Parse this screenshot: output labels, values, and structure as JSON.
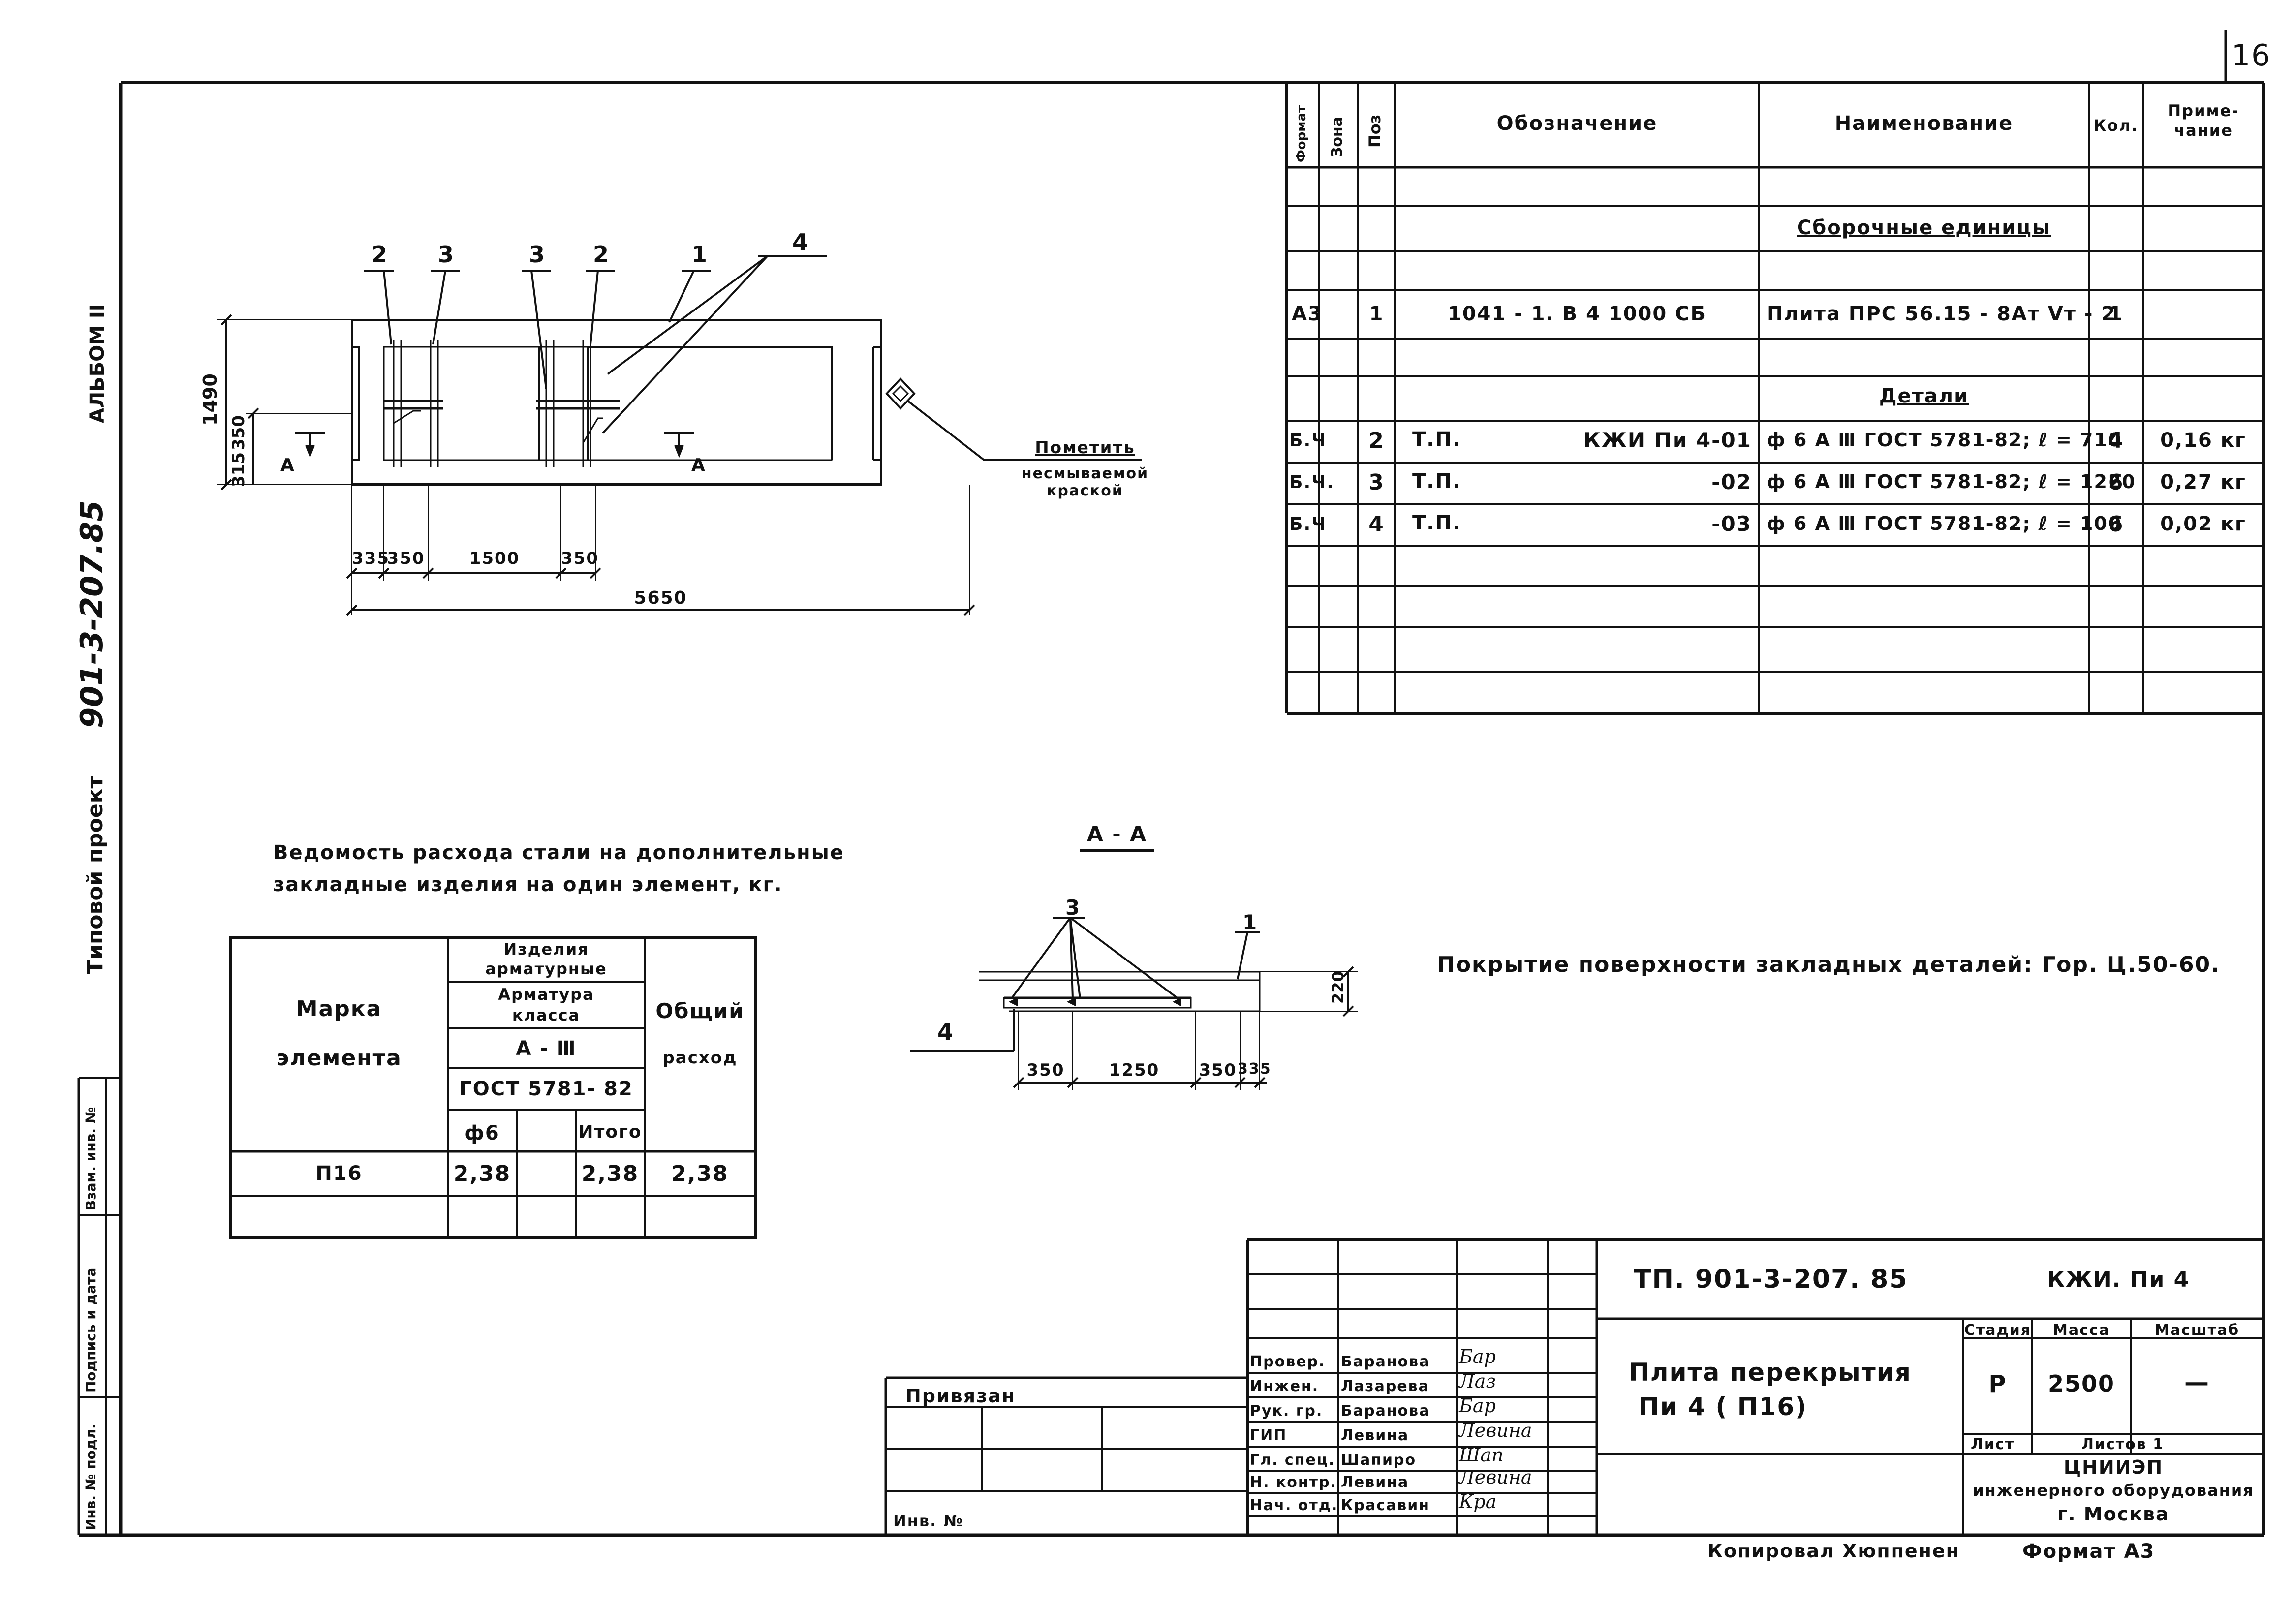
{
  "page_number": "16",
  "margin": {
    "album": "АЛЬБОМ II",
    "project_label": "Типовой проект",
    "project_code": "901-3-207.85",
    "stamp_cols": [
      "Инв. № подл.",
      "Подпись и дата",
      "Взам. инв. №"
    ]
  },
  "spec": {
    "headers": {
      "format": "Формат",
      "zone": "Зона",
      "pos": "Поз",
      "designation": "Обозначение",
      "name": "Наименование",
      "qty": "Кол.",
      "note": "Приме-чание"
    },
    "section_assembly": "Сборочные единицы",
    "section_details": "Детали",
    "assembly_row": {
      "format": "А3",
      "pos": "1",
      "designation": "1041 - 1.   В 4   1000 СБ",
      "name": "Плита  ПРС 56.15 - 8Ат Ⅴт - 2",
      "qty": "1"
    },
    "detail_rows": [
      {
        "format": "Б.Ч",
        "pos": "2",
        "des_left": "Т.П.",
        "des_right": "КЖИ Пи 4-01",
        "name": "ф 6 А Ⅲ  ГОСТ 5781-82;  ℓ = 710",
        "qty": "4",
        "note": "0,16 кг"
      },
      {
        "format": "Б.Ч.",
        "pos": "3",
        "des_left": "Т.П.",
        "des_right": "-02",
        "name": "ф 6 А Ⅲ  ГОСТ 5781-82;  ℓ = 1220",
        "qty": "6",
        "note": "0,27 кг"
      },
      {
        "format": "Б.Ч",
        "pos": "4",
        "des_left": "Т.П.",
        "des_right": "-03",
        "name": "ф 6 А Ⅲ  ГОСТ 5781-82;  ℓ = 100",
        "qty": "6",
        "note": "0,02 кг"
      }
    ]
  },
  "plan": {
    "callouts": [
      "2",
      "3",
      "3",
      "2",
      "1",
      "4"
    ],
    "dim_height": "1490",
    "dim_side": "315",
    "dim_side2": "350",
    "dims_bottom": [
      "335",
      "350",
      "1500",
      "350"
    ],
    "dim_total": "5650",
    "section_mark": "А",
    "note": [
      "Пометить",
      "несмываемой",
      "краской"
    ]
  },
  "steel_title": [
    "Ведомость  расхода  стали  на  дополнительные",
    "закладные   изделия   на  один   элемент, кг."
  ],
  "steel_table": {
    "mark_header": [
      "Марка",
      "элемента"
    ],
    "h_products": [
      "Изделия",
      "арматурные"
    ],
    "h_rebar": [
      "Арматура",
      "класса"
    ],
    "h_class": "А - Ⅲ",
    "h_gost": "ГОСТ 5781- 82",
    "h_d6": "ф6",
    "h_total": "Итого",
    "h_common": [
      "Общий",
      "расход"
    ],
    "row": {
      "mark": "П16",
      "d6": "2,38",
      "total": "2,38",
      "common": "2,38"
    }
  },
  "section": {
    "title": "А - А",
    "callout_3": "3",
    "callout_1": "1",
    "callout_4": "4",
    "dim_h": "220",
    "dims": [
      "350",
      "1250",
      "350",
      "335"
    ]
  },
  "coating_note": "Покрытие  поверхности  закладных  деталей:  Гор. Ц.50-60.",
  "title_block": {
    "code": "ТП.  901-3-207. 85",
    "mark": "КЖИ.  Пи 4",
    "title": [
      "Плита  перекрытия",
      "Пи 4  ( П16)"
    ],
    "stage_h": "Стадия",
    "mass_h": "Масса",
    "scale_h": "Масштаб",
    "stage": "Р",
    "mass": "2500",
    "scale": "—",
    "sheet": "Лист",
    "sheets": "Листов 1",
    "org": [
      "ЦНИИЭП",
      "инженерного  оборудования",
      "г. Москва"
    ],
    "roles": [
      {
        "role": "Провер.",
        "name": "Баранова",
        "sign": "Бар"
      },
      {
        "role": "Инжен.",
        "name": "Лазарева",
        "sign": "Лаз"
      },
      {
        "role": "Рук. гр.",
        "name": "Баранова",
        "sign": "Бар"
      },
      {
        "role": "ГИП",
        "name": "Левина",
        "sign": "Левина"
      },
      {
        "role": "Гл. спец.",
        "name": "Шапиро",
        "sign": "Шап"
      },
      {
        "role": "Н. контр.",
        "name": "Левина",
        "sign": "Левина"
      },
      {
        "role": "Нач. отд.",
        "name": "Красавин",
        "sign": "Кра"
      }
    ],
    "attached": "Привязан",
    "inv": "Инв. №"
  },
  "footer": {
    "copied": "Копировал  Хюппенен",
    "format": "Формат  А3"
  }
}
